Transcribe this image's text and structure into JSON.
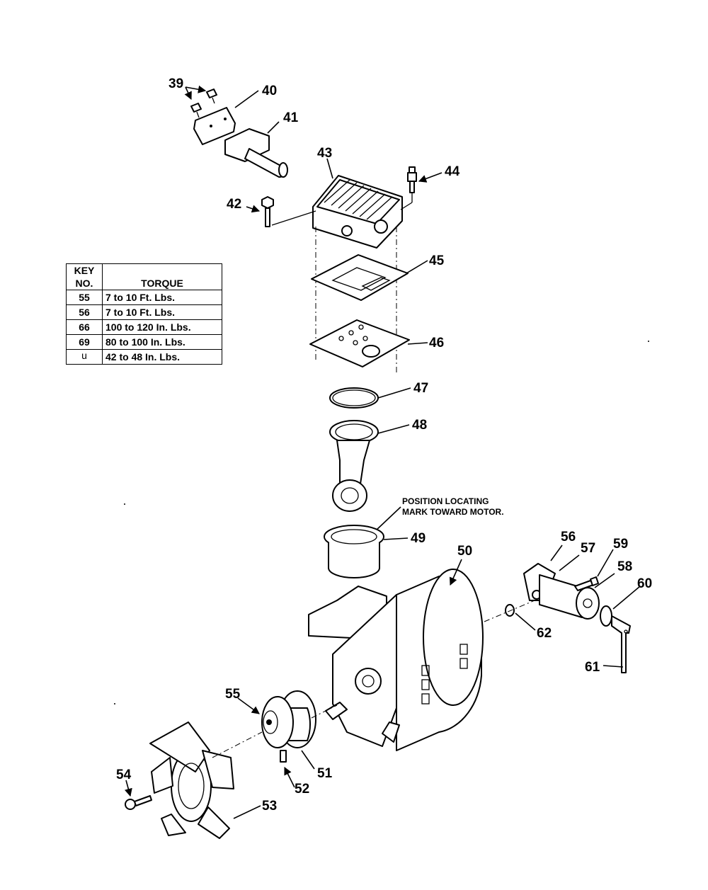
{
  "torque_table": {
    "header_key": [
      "KEY",
      "NO."
    ],
    "header_torque": "TORQUE",
    "rows": [
      {
        "key": "55",
        "torque": "7 to 10 Ft. Lbs."
      },
      {
        "key": "56",
        "torque": "7 to 10 Ft. Lbs."
      },
      {
        "key": "66",
        "torque": "100 to 120 In. Lbs."
      },
      {
        "key": "69",
        "torque": "80 to 100 In. Lbs."
      },
      {
        "key": "u",
        "torque": "42 to 48 In. Lbs."
      }
    ]
  },
  "note": [
    "POSITION LOCATING",
    "MARK TOWARD MOTOR."
  ],
  "callouts": {
    "p39": "39",
    "p40": "40",
    "p41": "41",
    "p42": "42",
    "p43": "43",
    "p44": "44",
    "p45": "45",
    "p46": "46",
    "p47": "47",
    "p48": "48",
    "p49": "49",
    "p50": "50",
    "p51": "51",
    "p52": "52",
    "p53": "53",
    "p54": "54",
    "p55": "55",
    "p56": "56",
    "p57": "57",
    "p58": "58",
    "p59": "59",
    "p60": "60",
    "p61": "61",
    "p62": "62"
  }
}
